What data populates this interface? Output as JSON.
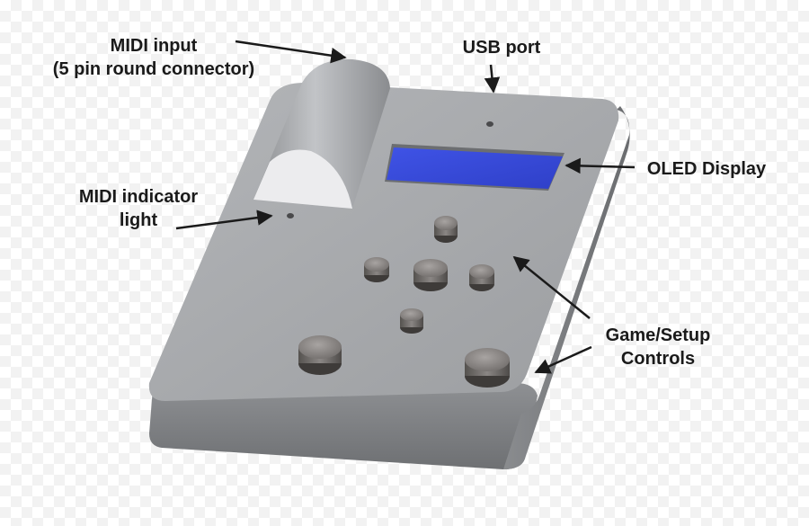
{
  "callouts": {
    "midi_input": {
      "line1": "MIDI input",
      "line2": "(5 pin round connector)"
    },
    "usb_port": {
      "line1": "USB port"
    },
    "oled_display": {
      "line1": "OLED Display"
    },
    "midi_indicator": {
      "line1": "MIDI indicator",
      "line2": "light"
    },
    "controls": {
      "line1": "Game/Setup",
      "line2": "Controls"
    }
  },
  "colors": {
    "device_top": "#a3a5a8",
    "device_side": "#7f8184",
    "screen": "#3b4ee0",
    "knob": "#8a8684",
    "arrow": "#1a1a1a",
    "text": "#1a1a1a"
  }
}
